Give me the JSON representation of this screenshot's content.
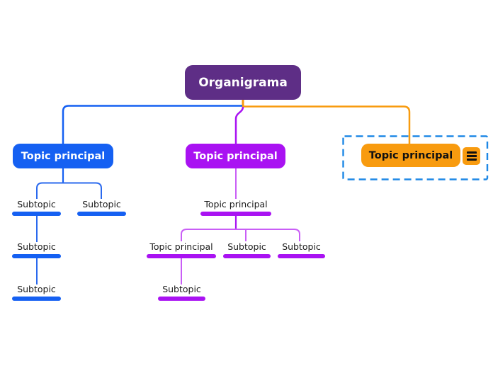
{
  "app": {
    "description": "organigram mind map canvas"
  },
  "root": {
    "label": "Organigrama"
  },
  "topics": {
    "blue": {
      "label": "Topic principal"
    },
    "purple": {
      "label": "Topic principal"
    },
    "orange": {
      "label": "Topic principal",
      "selected": true
    }
  },
  "blue_subtree": {
    "sub1": "Subtopic",
    "sub2": "Subtopic",
    "sub3": "Subtopic",
    "sub4": "Subtopic"
  },
  "purple_subtree": {
    "child_top": "Topic principal",
    "child1": "Topic principal",
    "child2": "Subtopic",
    "child3": "Subtopic",
    "grandchild": "Subtopic"
  },
  "icons": {
    "topic_menu": "hamburger-menu"
  },
  "colors": {
    "root_fill": "#5E2E86",
    "blue_fill": "#1560F2",
    "purple_fill": "#A912F2",
    "orange_fill": "#F89B0F",
    "blue_branch_line": "#2A69EE",
    "purple_branch_line": "#C95EF6",
    "selection_dash": "#1E88E5",
    "node_text_light": "#FFFFFF",
    "node_text_dark": "#111111",
    "label_text": "#1A1A1A",
    "background": "#FFFFFF"
  }
}
